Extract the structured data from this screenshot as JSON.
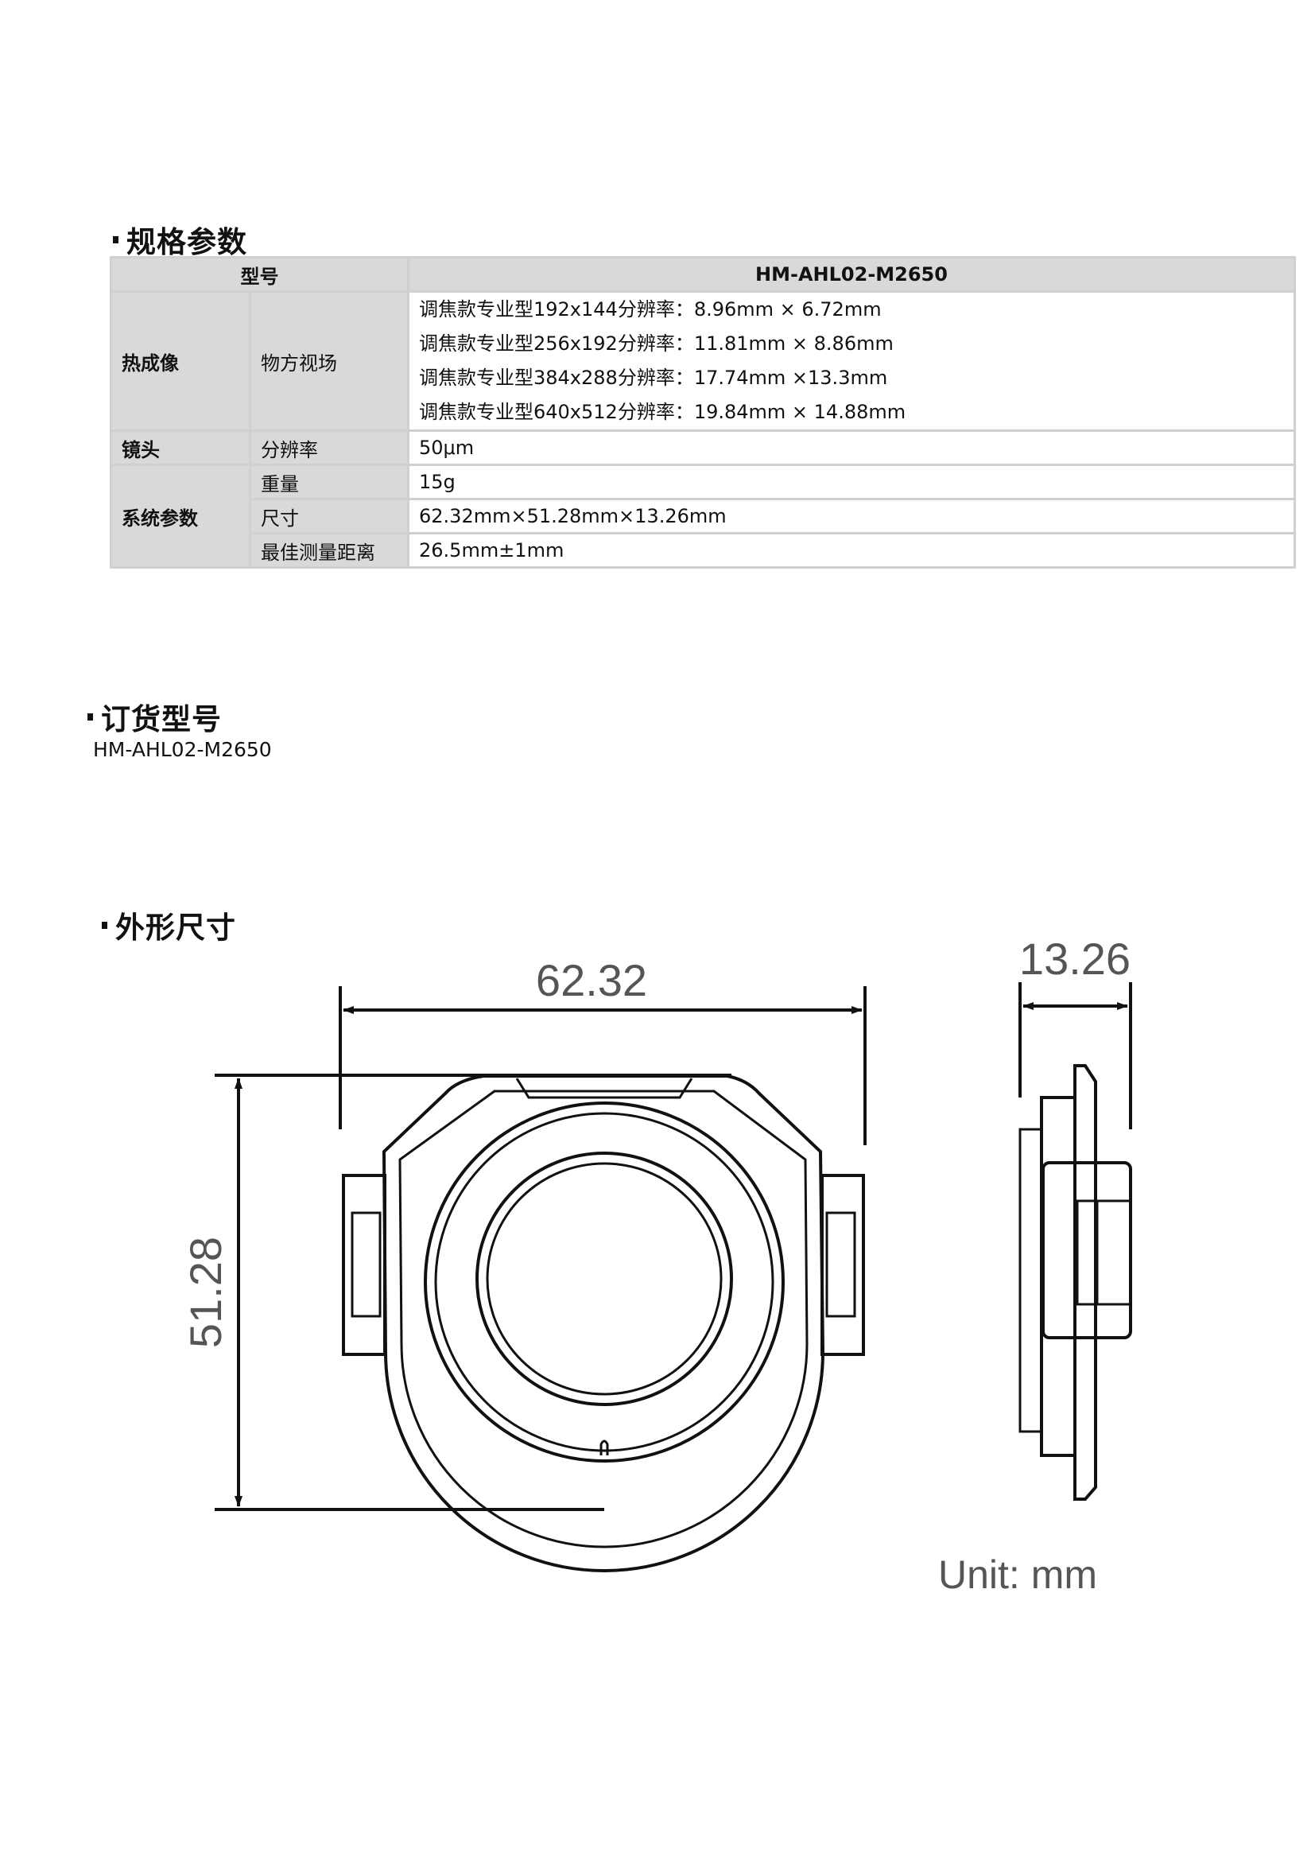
{
  "spec_section": {
    "title": "规格参数",
    "model_label": "型号",
    "model_value": "HM-AHL02-M2650",
    "rows": {
      "thermal": {
        "category": "热成像",
        "sub": "物方视场",
        "values": [
          "调焦款专业型192x144分辨率：8.96mm × 6.72mm",
          "调焦款专业型256x192分辨率：11.81mm × 8.86mm",
          "调焦款专业型384x288分辨率：17.74mm ×13.3mm",
          "调焦款专业型640x512分辨率：19.84mm × 14.88mm"
        ]
      },
      "lens": {
        "category": "镜头",
        "sub": "分辨率",
        "value": "50μm"
      },
      "system": {
        "category": "系统参数",
        "items": [
          {
            "sub": "重量",
            "value": "15g"
          },
          {
            "sub": "尺寸",
            "value": "62.32mm×51.28mm×13.26mm"
          },
          {
            "sub": "最佳测量距离",
            "value": "26.5mm±1mm"
          }
        ]
      }
    }
  },
  "order_section": {
    "title": "订货型号",
    "model": "HM-AHL02-M2650"
  },
  "dimension_section": {
    "title": "外形尺寸",
    "width_label": "62.32",
    "height_label": "51.28",
    "depth_label": "13.26",
    "unit_label": "Unit: mm"
  }
}
